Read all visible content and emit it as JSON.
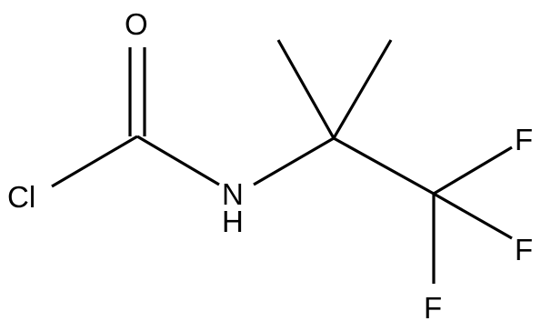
{
  "molecule": {
    "atoms": {
      "oxygen": "O",
      "chlorine": "Cl",
      "nitrogen": "N",
      "hydrogen": "H",
      "fluorine_1": "F",
      "fluorine_2": "F",
      "fluorine_3": "F"
    },
    "colors": {
      "bond": "#000000",
      "label": "#000000",
      "background": "#ffffff"
    }
  }
}
